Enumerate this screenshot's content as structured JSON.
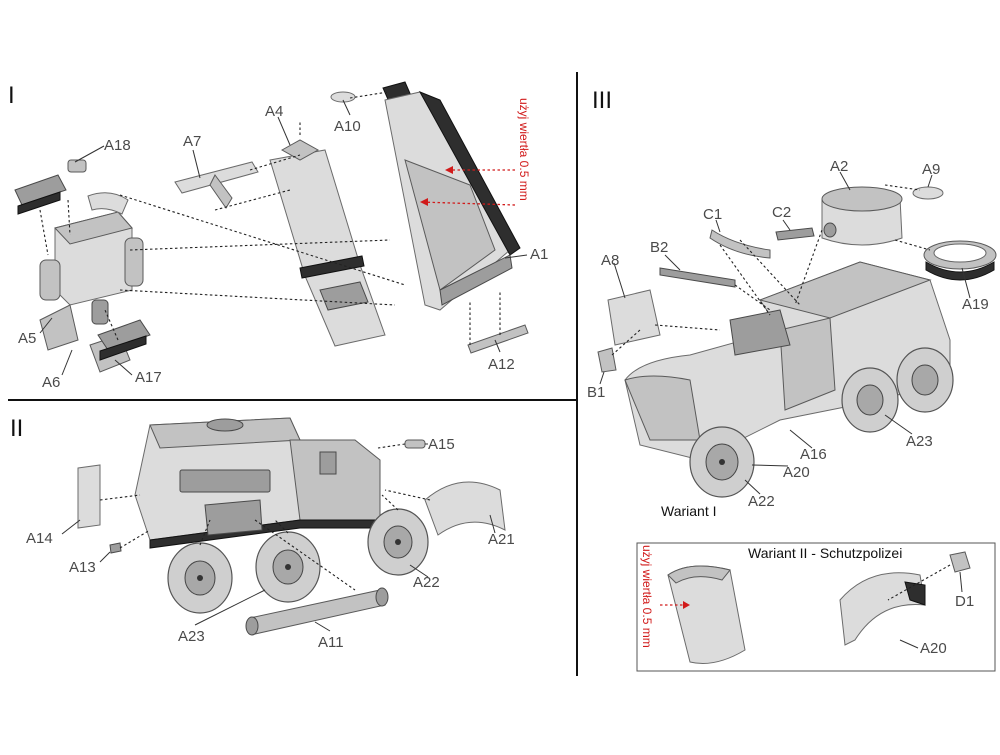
{
  "panels": {
    "panel1": {
      "step": "I"
    },
    "panel2": {
      "step": "II"
    },
    "panel3": {
      "step": "III",
      "variant1_caption": "Wariant I"
    },
    "inset": {
      "title": "Wariant II - Schutzpolizei",
      "drill_note": "użyj wiertła 0.5 mm"
    }
  },
  "drill_note": "użyj wiertła 0.5 mm",
  "part_labels": {
    "A1": "A1",
    "A4": "A4",
    "A5": "A5",
    "A6": "A6",
    "A7": "A7",
    "A10": "A10",
    "A12": "A12",
    "A17": "A17",
    "A18": "A18",
    "A11": "A11",
    "A13": "A13",
    "A14": "A14",
    "A15": "A15",
    "A21": "A21",
    "A22": "A22",
    "A23": "A23",
    "A2": "A2",
    "A8": "A8",
    "A9": "A9",
    "A16": "A16",
    "A19": "A19",
    "A20": "A20",
    "B1": "B1",
    "B2": "B2",
    "C1": "C1",
    "C2": "C2",
    "D1": "D1"
  },
  "colors": {
    "divider": "#111111",
    "drill_note": "#d11a1a",
    "part": "#cfcfcf",
    "label": "#4a4a4a"
  }
}
